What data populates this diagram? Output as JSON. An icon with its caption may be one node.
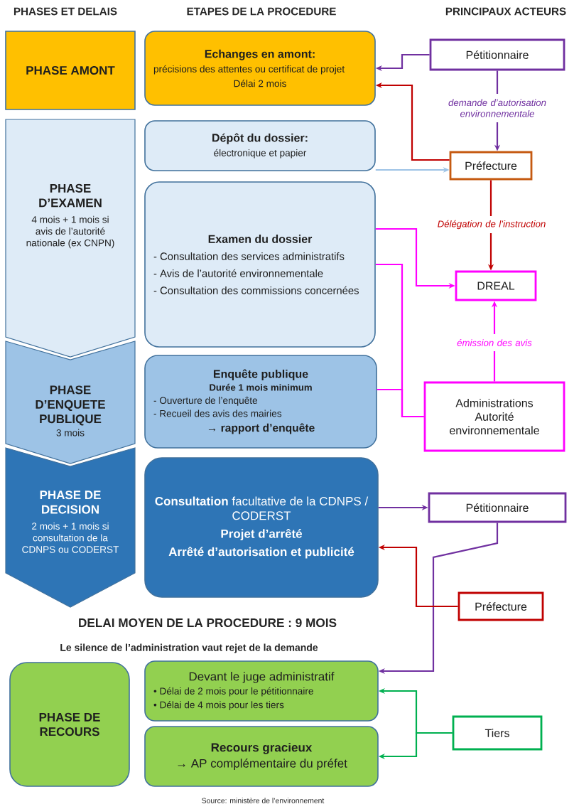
{
  "diagram": {
    "caption": "Source: ministère de l’environnement",
    "nodes": [
      {
        "text": [
          "PHASE AMONT"
        ]
      },
      {
        "text": [
          "Echanges en amont:",
          "précisions des attentes ou certificat de projet",
          "Délai 2 mois"
        ]
      },
      {
        "text": [
          "Pétitionnaire"
        ]
      },
      {
        "text": [
          "PHASE D’EXAMEN",
          "4 mois + 1 mois si avis de l’autorité nationale (ex CNPN)"
        ]
      },
      {
        "text": [
          "Dépôt du dossier:",
          "électronique et papier"
        ]
      },
      {
        "text": [
          "Préfecture"
        ]
      },
      {
        "text": [
          "Examen du dossier",
          "- Consultation des services administratifs",
          "- Avis de l’autorité environnementale",
          "- Consultation des commissions concernées"
        ]
      },
      {
        "text": [
          "DREAL"
        ]
      },
      {
        "text": [
          "PHASE D’ENQUETE PUBLIQUE",
          "3 mois"
        ]
      },
      {
        "text": [
          "Enquête publique",
          "Durée 1 mois minimum",
          "- Ouverture de l’enquête",
          "- Recueil des avis des mairies",
          "→ rapport d’enquête"
        ]
      },
      {
        "text": [
          "Administrations",
          "Autorité environnementale"
        ]
      },
      {
        "text": [
          "PHASE DE DECISION",
          "2 mois + 1 mois si consultation de la CDNPS ou CODERST"
        ]
      },
      {
        "text": [
          "**Consultation** facultative de la CDNPS / CODERST",
          "Projet d’arrêté",
          "Arrêté d’autorisation et publicité"
        ]
      },
      {
        "text": [
          "Pétitionnaire"
        ]
      },
      {
        "text": [
          "Préfecture"
        ]
      },
      {
        "text": [
          "PHASE DE RECOURS"
        ]
      },
      {
        "text": [
          "Devant le juge administratif",
          "• Délai de 2 mois pour le pétitionnaire",
          "• Délai de 4 mois pour les tiers"
        ]
      },
      {
        "text": [
          "Recours gracieux",
          "→ AP complémentaire du préfet"
        ]
      },
      {
        "text": [
          "Tiers"
        ]
      }
    ],
    "edges": [
      {
        "from": 2,
        "to": 1,
        "arrow": "to",
        "color": "#7030a0"
      },
      {
        "from": 5,
        "to": 1,
        "arrow": "to",
        "color": "#c00000"
      },
      {
        "from": 2,
        "to": 5,
        "arrow": "to",
        "color": "#7030a0",
        "label": "demande d’autorisation environnementale"
      },
      {
        "from": 4,
        "to": 5,
        "arrow": "to",
        "color": "#9dc3e6"
      },
      {
        "from": 5,
        "to": 7,
        "arrow": "to",
        "color": "#c00000",
        "label": "Délégation de l’instruction"
      },
      {
        "from": 6,
        "to": 7,
        "arrow": "to",
        "color": "#ff00ff"
      },
      {
        "from": 6,
        "to": 10,
        "arrow": "none",
        "color": "#ff00ff"
      },
      {
        "from": 9,
        "to": 10,
        "arrow": "none",
        "color": "#ff00ff"
      },
      {
        "from": 10,
        "to": 7,
        "arrow": "to",
        "color": "#ff00ff",
        "label": "émission des avis"
      },
      {
        "from": 12,
        "to": 13,
        "arrow": "to",
        "color": "#7030a0"
      },
      {
        "from": 13,
        "to": 16,
        "arrow": "to",
        "color": "#7030a0"
      },
      {
        "from": 14,
        "to": 12,
        "arrow": "to",
        "color": "#c00000"
      },
      {
        "from": 18,
        "to": 16,
        "arrow": "to",
        "color": "#00b050"
      },
      {
        "from": 18,
        "to": 17,
        "arrow": "to",
        "color": "#00b050"
      }
    ],
    "labels": [
      "PHASES ET DELAIS",
      "ETAPES DE LA PROCEDURE",
      "PRINCIPAUX ACTEURS",
      "DELAI MOYEN DE LA PROCEDURE : 9 MOIS",
      "Le silence de l’administration vaut rejet de la demande"
    ]
  }
}
